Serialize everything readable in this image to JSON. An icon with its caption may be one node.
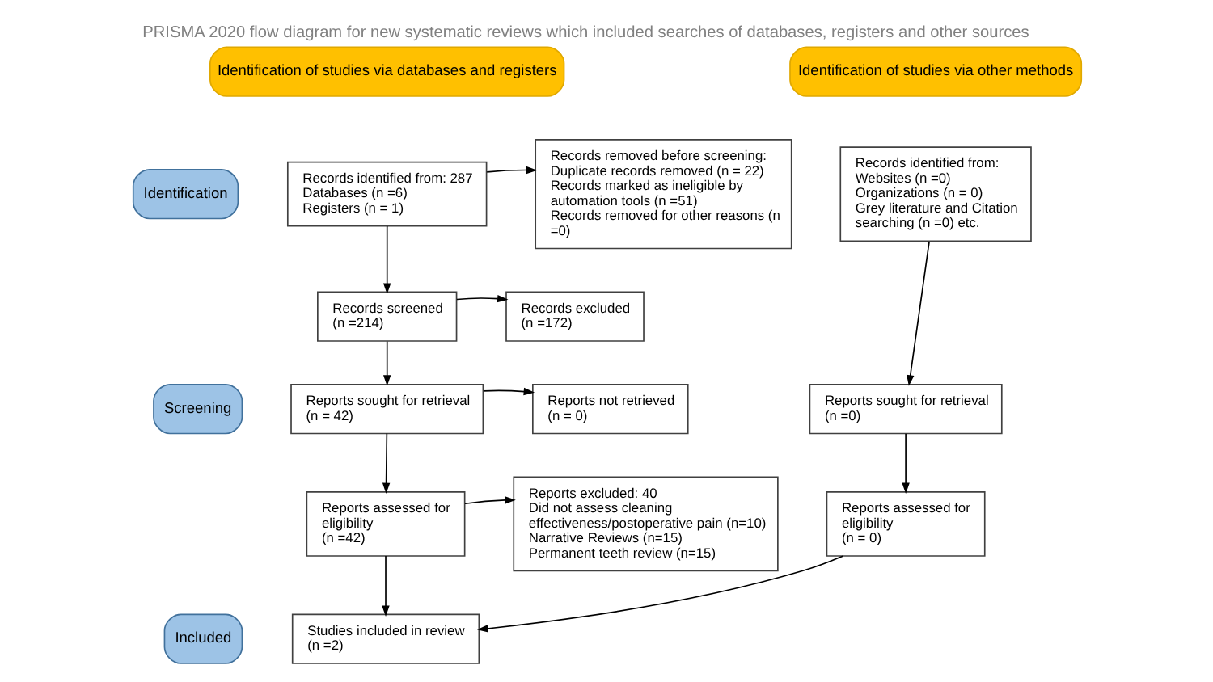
{
  "diagram": {
    "title": "PRISMA 2020 flow diagram for new systematic reviews which included searches of databases, registers and other sources",
    "nodes": [
      {
        "text": [
          "Identification of studies via databases and registers"
        ]
      },
      {
        "text": [
          "Identification of studies via other methods"
        ]
      },
      {
        "text": [
          "Identification"
        ]
      },
      {
        "text": [
          "Records identified from: 287",
          "Databases (n =6)",
          "Registers (n = 1)"
        ]
      },
      {
        "text": [
          "Records removed before screening:",
          "Duplicate records removed (n = 22)",
          "Records marked as ineligible by automation tools (n =51)",
          "Records removed for other reasons (n =0)"
        ]
      },
      {
        "text": [
          "Records identified from:",
          "Websites (n =0)",
          "Organizations (n = 0)",
          "Grey literature and Citation searching (n =0) etc."
        ]
      },
      {
        "text": [
          "Screening"
        ]
      },
      {
        "text": [
          "Records screened",
          "(n =214)"
        ]
      },
      {
        "text": [
          "Records excluded",
          "(n =172)"
        ]
      },
      {
        "text": [
          "Reports sought for retrieval",
          "(n = 42)"
        ]
      },
      {
        "text": [
          "Reports not retrieved",
          "(n = 0)"
        ]
      },
      {
        "text": [
          "Reports sought for retrieval",
          "(n =0)"
        ]
      },
      {
        "text": [
          "Reports assessed for eligibility",
          "(n =42)"
        ]
      },
      {
        "text": [
          "Reports excluded: 40",
          "Did not assess cleaning effectiveness/postoperative pain (n=10)",
          "Narrative Reviews (n=15)",
          "Permanent teeth review (n=15)"
        ]
      },
      {
        "text": [
          "Reports assessed for eligibility",
          "(n = 0)"
        ]
      },
      {
        "text": [
          "Included"
        ]
      },
      {
        "text": [
          "Studies included in review",
          "(n =2)"
        ]
      }
    ],
    "edges": [
      {
        "from": 3,
        "to": 4,
        "arrow": "to"
      },
      {
        "from": 3,
        "to": 7,
        "arrow": "to"
      },
      {
        "from": 5,
        "to": 11,
        "arrow": "to"
      },
      {
        "from": 7,
        "to": 8,
        "arrow": "to"
      },
      {
        "from": 7,
        "to": 9,
        "arrow": "to"
      },
      {
        "from": 9,
        "to": 10,
        "arrow": "to"
      },
      {
        "from": 9,
        "to": 12,
        "arrow": "to"
      },
      {
        "from": 11,
        "to": 14,
        "arrow": "to"
      },
      {
        "from": 12,
        "to": 13,
        "arrow": "to"
      },
      {
        "from": 12,
        "to": 16,
        "arrow": "to"
      },
      {
        "from": 14,
        "to": 16,
        "arrow": "to"
      }
    ]
  }
}
